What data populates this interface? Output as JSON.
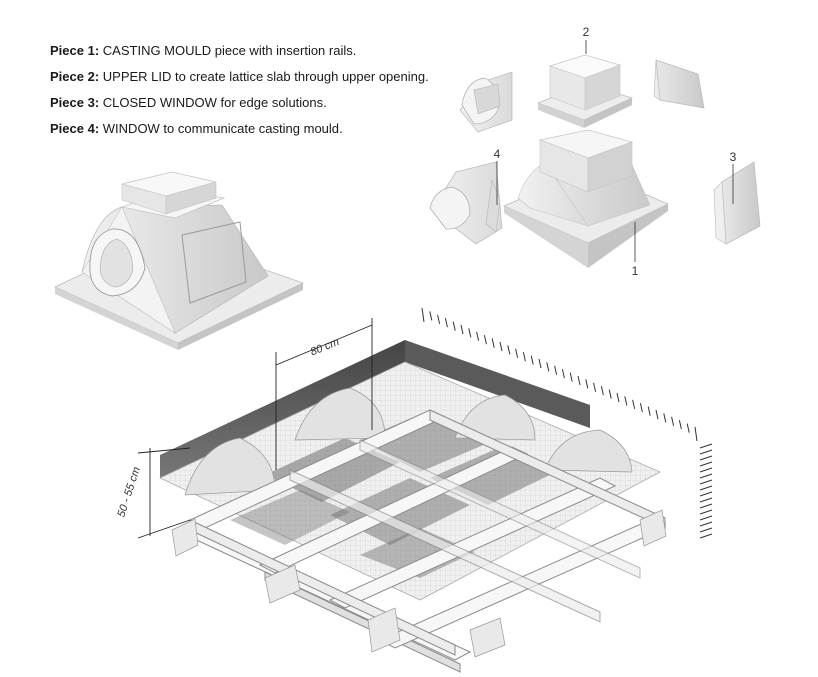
{
  "legend": [
    {
      "title": "Piece 1:",
      "text": "CASTING MOULD piece with insertion rails."
    },
    {
      "title": "Piece 2:",
      "text": "UPPER LID to create lattice slab through upper opening."
    },
    {
      "title": "Piece 3:",
      "text": "CLOSED WINDOW for edge solutions."
    },
    {
      "title": "Piece 4:",
      "text": "WINDOW to communicate casting mould."
    }
  ],
  "callouts": {
    "p1": "1",
    "p2": "2",
    "p3": "3",
    "p4": "4"
  },
  "dimensions": {
    "width": "80 cm",
    "height": "50 - 55 cm"
  }
}
